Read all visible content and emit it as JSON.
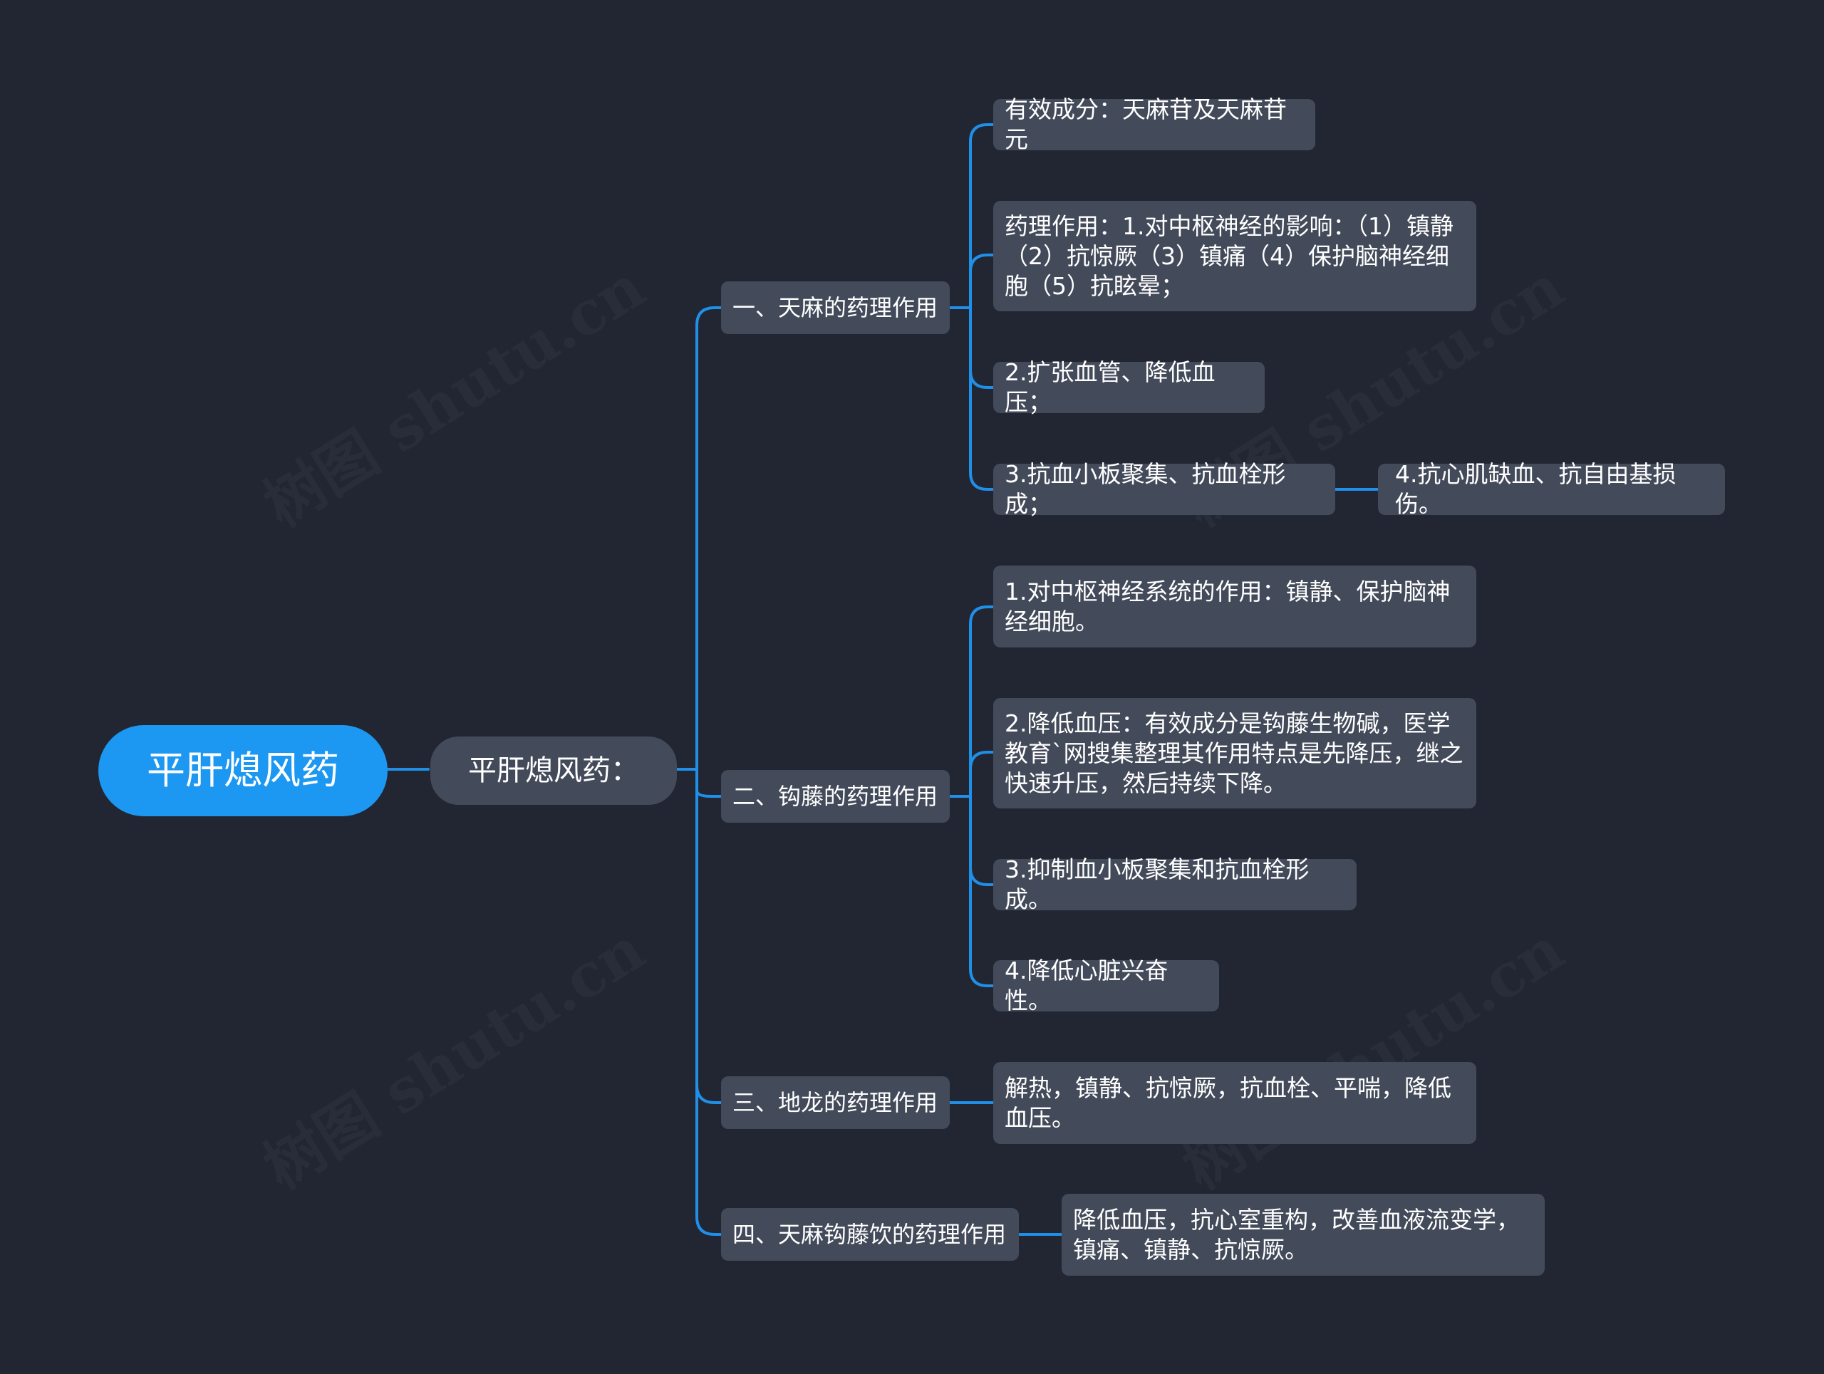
{
  "colors": {
    "background": "#222632",
    "root": "#1c97f2",
    "node": "#434a5a",
    "connector": "#1f8fe8",
    "text": "#ffffff"
  },
  "watermark": "树图 shutu.cn",
  "root": "平肝熄风药",
  "main": "平肝熄风药：",
  "branches": [
    {
      "label": "一、天麻的药理作用",
      "children": [
        "有效成分：天麻苷及天麻苷元",
        "药理作用：1.对中枢神经的影响：（1）镇静（2）抗惊厥（3）镇痛（4）保护脑神经细胞（5）抗眩晕；",
        "2.扩张血管、降低血压；",
        "3.抗血小板聚集、抗血栓形成；"
      ],
      "grandchild": "4.抗心肌缺血、抗自由基损伤。"
    },
    {
      "label": "二、钩藤的药理作用",
      "children": [
        "1.对中枢神经系统的作用：镇静、保护脑神经细胞。",
        "2.降低血压：有效成分是钩藤生物碱，医学教育`网搜集整理其作用特点是先降压，继之快速升压，然后持续下降。",
        "3.抑制血小板聚集和抗血栓形成。",
        "4.降低心脏兴奋性。"
      ]
    },
    {
      "label": "三、地龙的药理作用",
      "children": [
        "解热，镇静、抗惊厥，抗血栓、平喘，降低血压。"
      ]
    },
    {
      "label": "四、天麻钩藤饮的药理作用",
      "children": [
        "降低血压，抗心室重构，改善血液流变学，镇痛、镇静、抗惊厥。"
      ]
    }
  ]
}
